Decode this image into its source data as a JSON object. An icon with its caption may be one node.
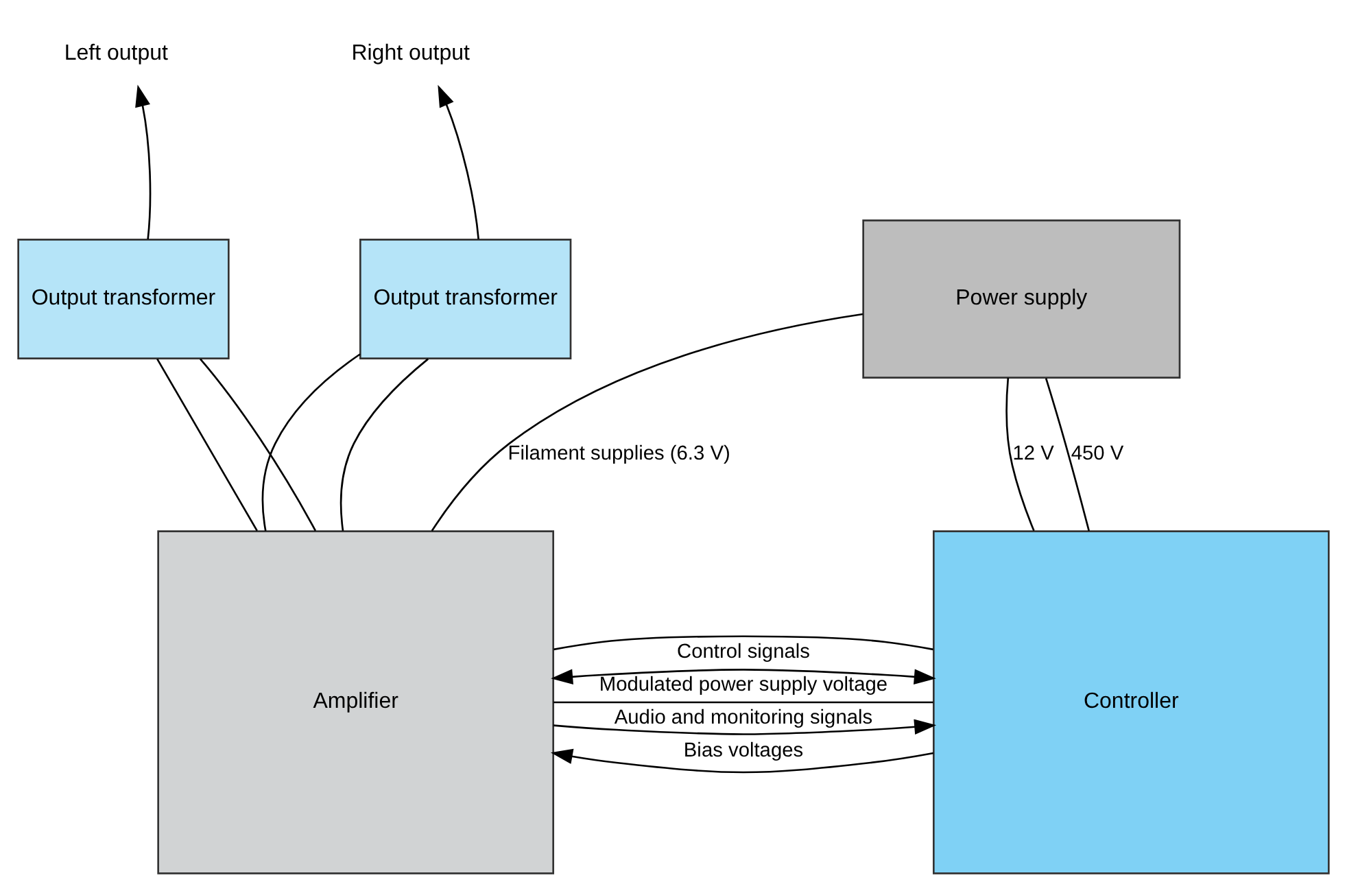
{
  "diagram": {
    "nodes": [
      {
        "text": [
          "Power supply"
        ]
      },
      {
        "text": [
          "Output transformer"
        ]
      },
      {
        "text": [
          "Output transformer"
        ]
      },
      {
        "text": [
          "Controller"
        ]
      },
      {
        "text": [
          "Amplifier"
        ]
      },
      {
        "text": [
          "Left output"
        ]
      },
      {
        "text": [
          "Right output"
        ]
      }
    ],
    "edges": [
      {
        "from": 0,
        "to": 3,
        "arrow": "none",
        "label": "12 V"
      },
      {
        "from": 0,
        "to": 3,
        "arrow": "none",
        "label": "450 V"
      },
      {
        "from": 0,
        "to": 4,
        "arrow": "none",
        "label": "Filament supplies (6.3 V)"
      },
      {
        "from": 3,
        "to": 4,
        "arrow": "none",
        "label": "Modulated power supply voltage"
      },
      {
        "from": 3,
        "to": 4,
        "arrow": "none"
      },
      {
        "from": 4,
        "to": 1,
        "arrow": "none"
      },
      {
        "from": 4,
        "to": 1,
        "arrow": "none"
      },
      {
        "from": 4,
        "to": 2,
        "arrow": "none"
      },
      {
        "from": 4,
        "to": 2,
        "arrow": "none"
      },
      {
        "from": 1,
        "to": 5,
        "arrow": "to"
      },
      {
        "from": 2,
        "to": 6,
        "arrow": "to"
      },
      {
        "from": 4,
        "to": 3,
        "arrow": "to",
        "label": "Audio and monitoring signals"
      },
      {
        "from": 3,
        "to": 4,
        "arrow": "both",
        "label": "Control signals"
      },
      {
        "from": 3,
        "to": 4,
        "arrow": "to",
        "label": "Bias voltages"
      }
    ]
  }
}
